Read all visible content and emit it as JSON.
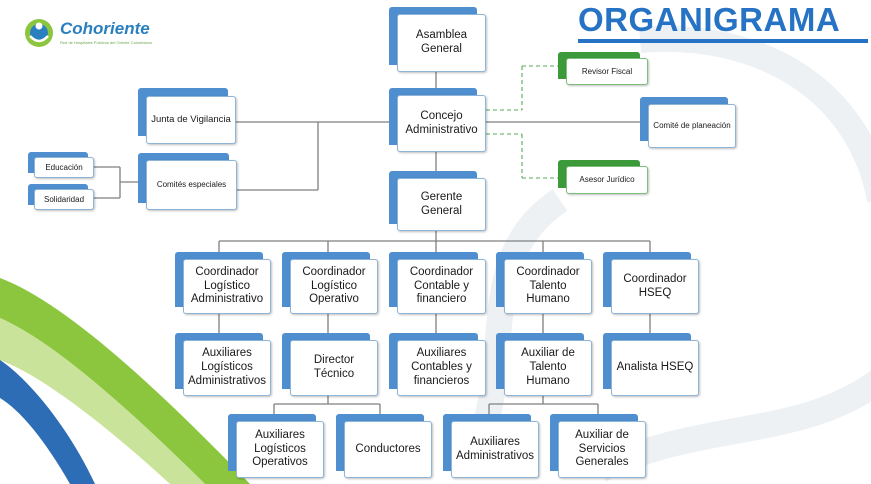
{
  "header": {
    "title": "ORGANIGRAMA",
    "logo_name": "Cohoriente",
    "logo_subtitle": "Red de Hospitales Públicos del Oriente Colombiano"
  },
  "colors": {
    "title": "#2672c4",
    "box_tab_blue": "#4f8fd0",
    "box_tab_green": "#3c9a3a",
    "connector": "#7f7f7f",
    "dashed_connector": "#5aa85a",
    "swoosh_green": "#8cc63f",
    "swoosh_blue": "#2c6db5"
  },
  "nodes": {
    "asamblea": "Asamblea General",
    "revisor": "Revisor Fiscal",
    "junta": "Junta de Vigilancia",
    "concejo": "Concejo Administrativo",
    "comite_planeacion": "Comité de planeación",
    "educacion": "Educación",
    "solidaridad": "Solidaridad",
    "comites": "Comités especiales",
    "asesor": "Asesor Jurídico",
    "gerente": "Gerente General",
    "coord_log_adm": "Coordinador Logístico Administrativo",
    "coord_log_op": "Coordinador Logístico Operativo",
    "coord_contable": "Coordinador Contable y financiero",
    "coord_talento": "Coordinador Talento Humano",
    "coord_hseq": "Coordinador HSEQ",
    "aux_log_adm": "Auxiliares Logísticos Administrativos",
    "director": "Director Técnico",
    "aux_contables": "Auxiliares Contables y financieros",
    "aux_talento": "Auxiliar de Talento Humano",
    "analista": "Analista HSEQ",
    "aux_log_op": "Auxiliares Logísticos Operativos",
    "conductores": "Conductores",
    "aux_adm": "Auxiliares Administrativos",
    "aux_servicios": "Auxiliar de Servicios Generales"
  }
}
